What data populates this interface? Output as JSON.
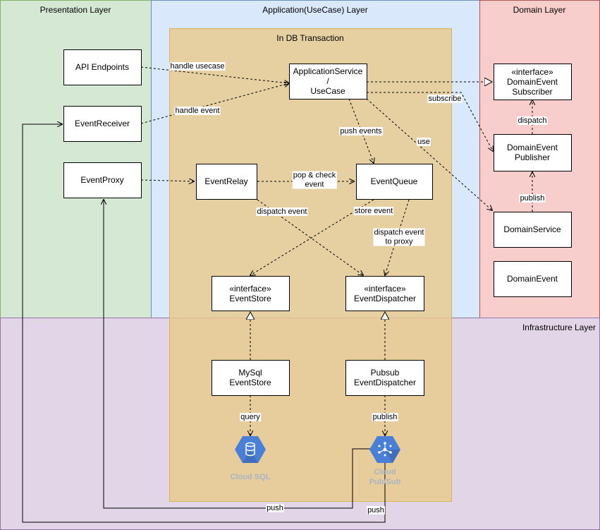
{
  "colors": {
    "presentation": "#d5e8d4",
    "application": "#dae8fc",
    "domain": "#f8cecc",
    "infrastructure": "#e1d5e7",
    "transaction": "#e8c98b",
    "transaction_title": "#ff0000",
    "gcp_blue": "#4a7fd8"
  },
  "layers": {
    "presentation": "Presentation Layer",
    "application": "Application(UseCase) Layer",
    "domain": "Domain Layer",
    "infrastructure": "Infrastructure Layer"
  },
  "transaction_title": "In DB Transaction",
  "boxes": {
    "api_endpoints": [
      "API Endpoints"
    ],
    "event_receiver": [
      "EventReceiver"
    ],
    "event_proxy": [
      "EventProxy"
    ],
    "application_service": [
      "ApplicationService",
      "/",
      "UseCase"
    ],
    "event_relay": [
      "EventRelay"
    ],
    "event_queue": [
      "EventQueue"
    ],
    "event_store": [
      "«interface»",
      "EventStore"
    ],
    "event_dispatcher": [
      "«interface»",
      "EventDispatcher"
    ],
    "domain_event_subscriber": [
      "«interface»",
      "DomainEvent",
      "Subscriber"
    ],
    "domain_event_publisher": [
      "DomainEvent",
      "Publisher"
    ],
    "domain_service": [
      "DomainService"
    ],
    "domain_event": [
      "DomainEvent"
    ],
    "mysql_event_store": [
      "MySql",
      "EventStore"
    ],
    "pubsub_event_dispatcher": [
      "Pubsub",
      "EventDispatcher"
    ]
  },
  "edge_labels": {
    "handle_usecase": [
      "handle usecase"
    ],
    "handle_event": [
      "handle event"
    ],
    "push_events": [
      "push events"
    ],
    "subscribe": [
      "subscribe"
    ],
    "use": [
      "use"
    ],
    "pop_check": [
      "pop & check",
      "event"
    ],
    "dispatch_event": [
      "dispatch event"
    ],
    "store_event": [
      "store event"
    ],
    "dispatch_proxy": [
      "dispatch event",
      "to proxy"
    ],
    "dispatch": [
      "dispatch"
    ],
    "publish_domain": [
      "publish"
    ],
    "query": [
      "query"
    ],
    "publish_infra": [
      "publish"
    ],
    "push_1": [
      "push"
    ],
    "push_2": [
      "push"
    ]
  },
  "icons": {
    "cloud_sql": {
      "icon": "cloud-sql-icon",
      "caption": [
        "Cloud SQL"
      ]
    },
    "cloud_pubsub": {
      "icon": "cloud-pubsub-icon",
      "caption": [
        "Cloud",
        "Pub/Sub"
      ]
    }
  }
}
